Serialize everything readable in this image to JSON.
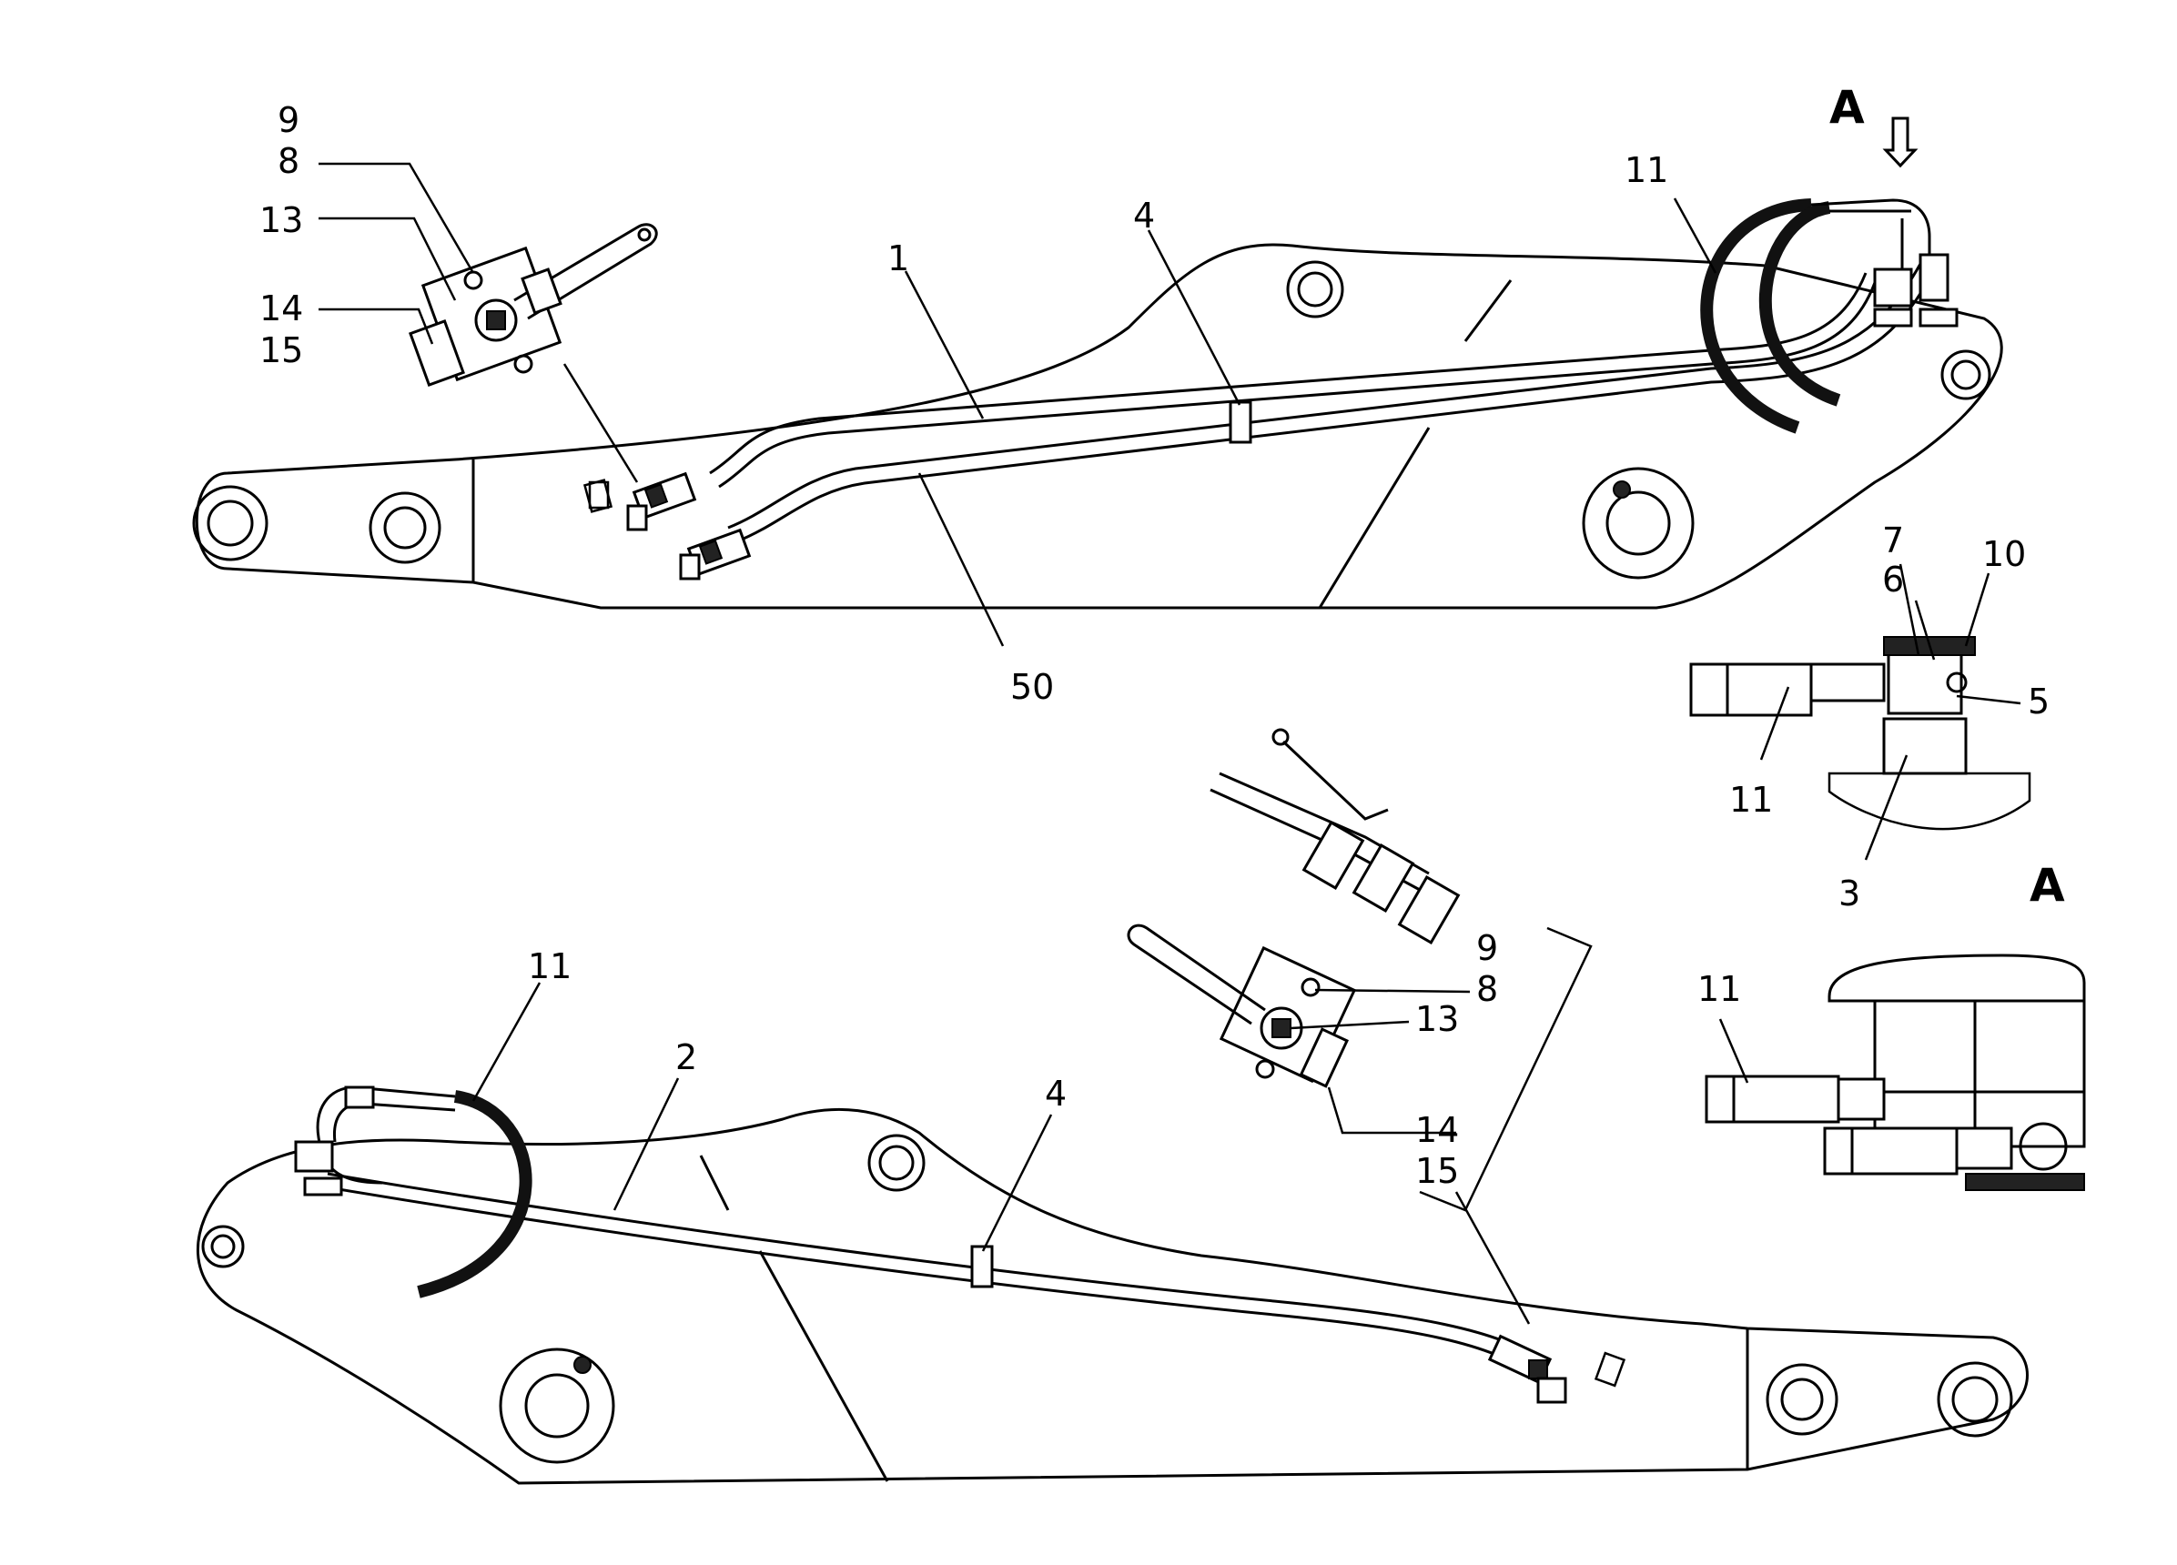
{
  "view_labels": {
    "top_arrow": "A",
    "detail": "A"
  },
  "callouts": {
    "top_fitting": [
      "9",
      "8",
      "13",
      "14",
      "15"
    ],
    "top_boom": [
      "1",
      "4",
      "11",
      "50"
    ],
    "view_a_top": [
      "7",
      "6",
      "10",
      "5",
      "11",
      "3"
    ],
    "lower_fitting": [
      "9",
      "8",
      "13",
      "14",
      "15"
    ],
    "lower_boom": [
      "11",
      "2",
      "4"
    ],
    "view_a_bottom": [
      "11"
    ]
  },
  "colors": {
    "line": "#000000",
    "background": "#ffffff",
    "hose": "#111111"
  }
}
